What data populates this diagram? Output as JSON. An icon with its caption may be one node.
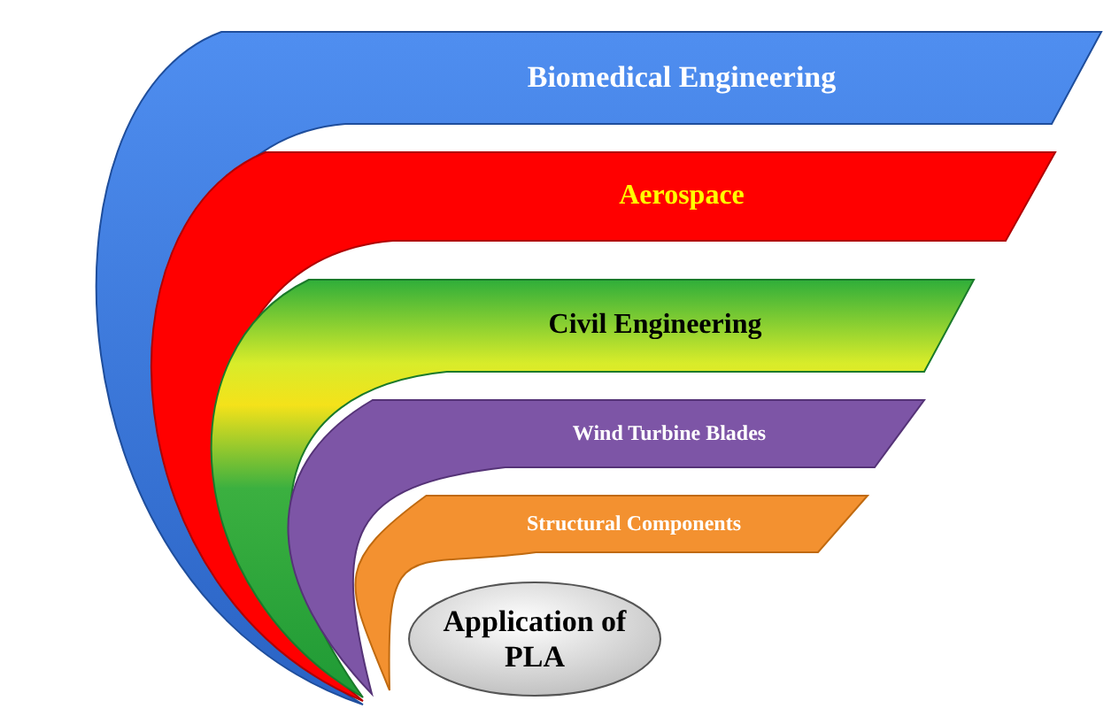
{
  "diagram": {
    "nodes": [
      {
        "text": [
          "Biomedical Engineering"
        ]
      },
      {
        "text": [
          "Aerospace"
        ]
      },
      {
        "text": [
          "Civil Engineering"
        ]
      },
      {
        "text": [
          "Wind Turbine Blades"
        ]
      },
      {
        "text": [
          "Structural Components"
        ]
      },
      {
        "text": [
          "Application of PLA"
        ]
      }
    ]
  }
}
